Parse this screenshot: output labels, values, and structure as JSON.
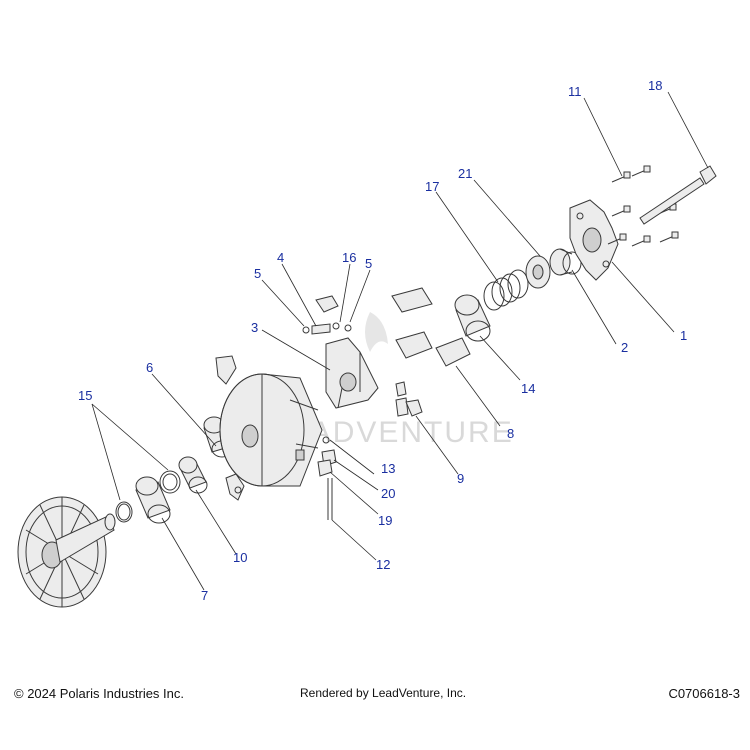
{
  "watermark": "LEADVENTURE",
  "callouts": [
    "1",
    "2",
    "3",
    "4",
    "5",
    "5",
    "6",
    "7",
    "8",
    "9",
    "10",
    "11",
    "12",
    "13",
    "14",
    "15",
    "16",
    "17",
    "18",
    "19",
    "20",
    "21"
  ],
  "footer": {
    "copyright": "© 2024 Polaris Industries Inc.",
    "rendered_by": "Rendered by LeadVenture, Inc.",
    "catalog_number": "C0706618-3"
  }
}
